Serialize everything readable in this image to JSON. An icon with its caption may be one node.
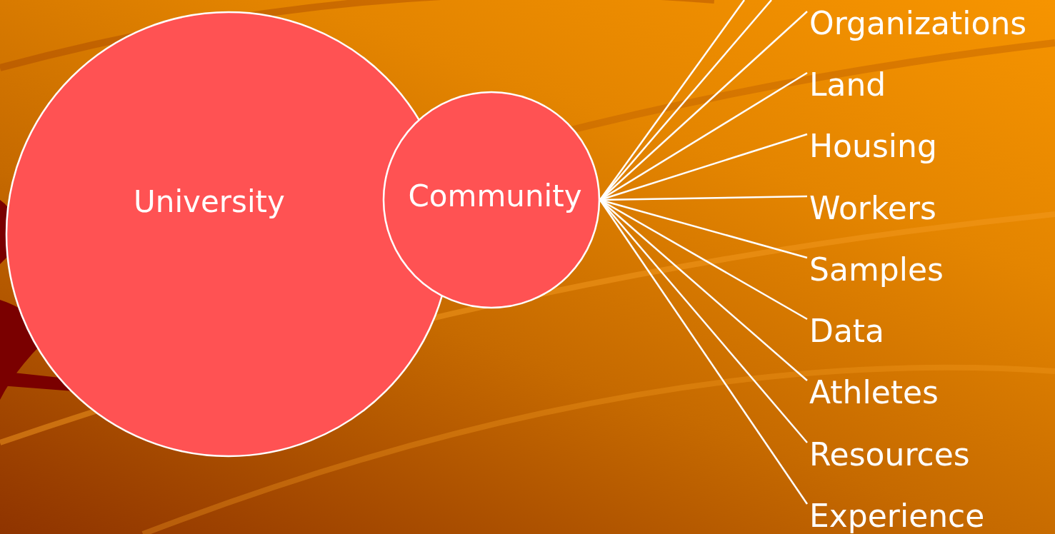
{
  "diagram": {
    "nodes": [
      {
        "text": [
          "University"
        ]
      },
      {
        "text": [
          "Community"
        ]
      },
      {
        "text": [
          "Organizations"
        ]
      },
      {
        "text": [
          "Land"
        ]
      },
      {
        "text": [
          "Housing"
        ]
      },
      {
        "text": [
          "Workers"
        ]
      },
      {
        "text": [
          "Samples"
        ]
      },
      {
        "text": [
          "Data"
        ]
      },
      {
        "text": [
          "Athletes"
        ]
      },
      {
        "text": [
          "Resources"
        ]
      },
      {
        "text": [
          "Experience"
        ]
      }
    ],
    "edges": [
      {
        "from": 1,
        "to": null,
        "arrow": "none"
      },
      {
        "from": 1,
        "to": null,
        "arrow": "none"
      },
      {
        "from": 1,
        "to": 2,
        "arrow": "none"
      },
      {
        "from": 1,
        "to": 3,
        "arrow": "none"
      },
      {
        "from": 1,
        "to": 4,
        "arrow": "none"
      },
      {
        "from": 1,
        "to": 5,
        "arrow": "none"
      },
      {
        "from": 1,
        "to": 6,
        "arrow": "none"
      },
      {
        "from": 1,
        "to": 7,
        "arrow": "none"
      },
      {
        "from": 1,
        "to": 8,
        "arrow": "none"
      },
      {
        "from": 1,
        "to": 9,
        "arrow": "none"
      },
      {
        "from": 1,
        "to": 10,
        "arrow": "none"
      }
    ]
  }
}
